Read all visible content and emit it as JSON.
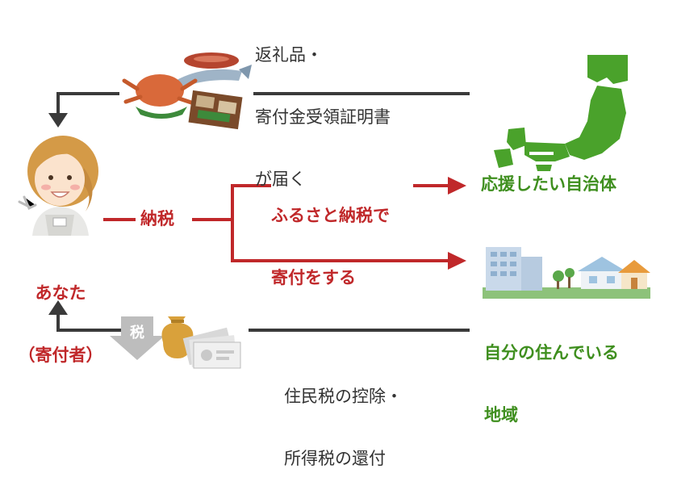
{
  "colors": {
    "red": "#c0282a",
    "green": "#3f8f1f",
    "dark": "#333333",
    "gray_line": "#3a3a3a"
  },
  "top_note": {
    "line1": "返礼品・",
    "line2": "寄付金受領証明書",
    "line3": "が届く"
  },
  "donation_label": {
    "line1": "ふるさと納税で",
    "line2": "寄付をする"
  },
  "tax_label": "納税",
  "you_label": {
    "line1": "あなた",
    "line2": "（寄付者）"
  },
  "support_label": "応援したい自治体",
  "hometown_label": {
    "line1": "自分の住んでいる",
    "line2": "地域"
  },
  "bottom_note": {
    "line1": "住民税の控除・",
    "line2": "所得税の還付"
  },
  "tax_stamp": "税",
  "icons": [
    "person-avatar-icon",
    "gift-seafood-icon",
    "japan-map-icon",
    "city-town-icon",
    "tax-money-icon"
  ]
}
